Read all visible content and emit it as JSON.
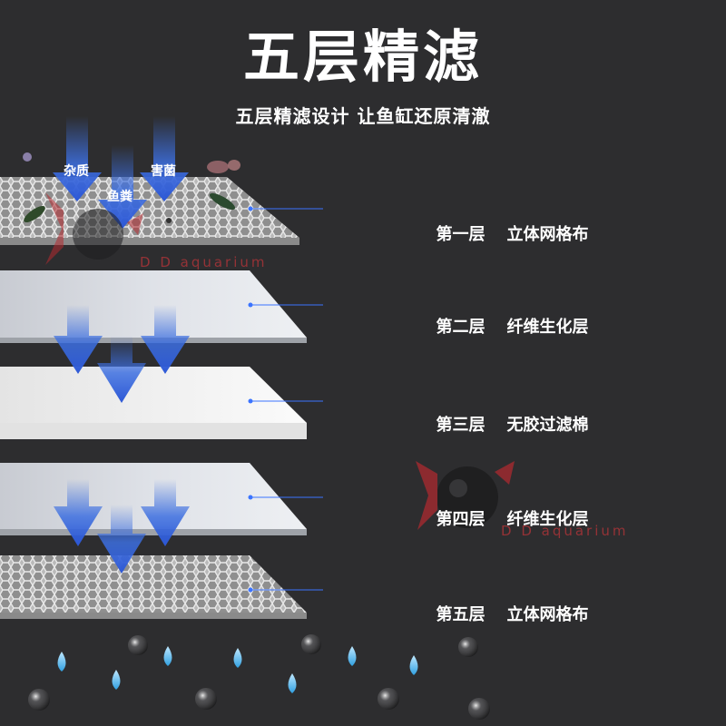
{
  "title": "五层精滤",
  "subtitle": "五层精滤设计  让鱼缸还原清澈",
  "impurities": [
    "杂质",
    "鱼粪",
    "害菌"
  ],
  "watermark": {
    "text": "D D aquarium"
  },
  "layers": [
    {
      "index": "第一层",
      "name": "立体网格布",
      "material": "mesh"
    },
    {
      "index": "第二层",
      "name": "纤维生化层",
      "material": "fiber"
    },
    {
      "index": "第三层",
      "name": "无胶过滤棉",
      "material": "cotton"
    },
    {
      "index": "第四层",
      "name": "纤维生化层",
      "material": "fiber"
    },
    {
      "index": "第五层",
      "name": "立体网格布",
      "material": "mesh"
    }
  ],
  "colors": {
    "background": "#2d2d2f",
    "arrow": "#3d6fe0",
    "leader_line": "#3b74ff",
    "text": "#ffffff",
    "droplet": "#7ec8f0"
  }
}
